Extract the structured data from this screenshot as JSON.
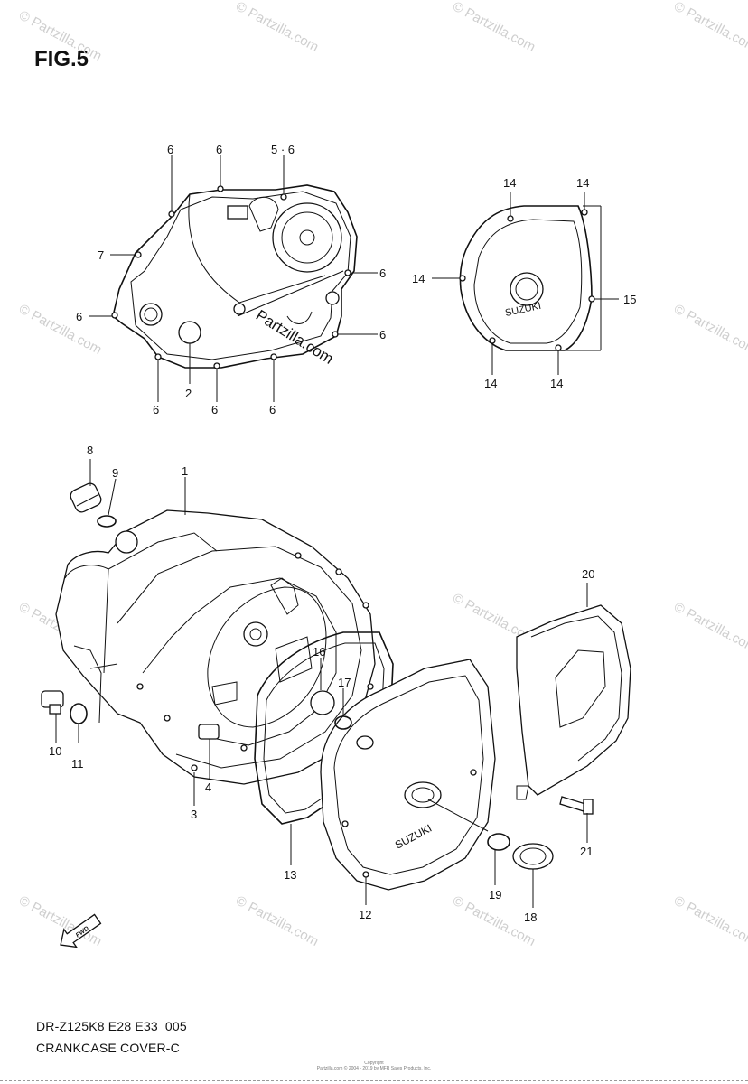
{
  "figure": {
    "title": "FIG.5",
    "model_code": "DR-Z125K8 E28 E33_005",
    "caption": "CRANKCASE COVER-C",
    "copyright_line1": "Copyright",
    "copyright_line2": "Partzilla.com © 2004 - 2019 by MFR Sales Products, Inc."
  },
  "watermark": {
    "text": "© Partzilla.com",
    "center_text": "Partzilla.com"
  },
  "callouts": {
    "c1": "1",
    "c2": "2",
    "c3": "3",
    "c4": "4",
    "c5_6": "5 · 6",
    "c6a": "6",
    "c6b": "6",
    "c6c": "6",
    "c6d": "6",
    "c6e": "6",
    "c6f": "6",
    "c6g": "6",
    "c6h": "6",
    "c7": "7",
    "c8": "8",
    "c9": "9",
    "c10": "10",
    "c11": "11",
    "c12": "12",
    "c13": "13",
    "c14a": "14",
    "c14b": "14",
    "c14c": "14",
    "c14d": "14",
    "c14e": "14",
    "c15": "15",
    "c16": "16",
    "c17": "17",
    "c18": "18",
    "c19": "19",
    "c20": "20",
    "c21": "21"
  },
  "brand_marks": {
    "cover_logo": "SUZUKI",
    "fwd_arrow": "FWD"
  },
  "colors": {
    "ink": "#111111",
    "watermark": "#cfcfcf",
    "background": "#ffffff"
  }
}
